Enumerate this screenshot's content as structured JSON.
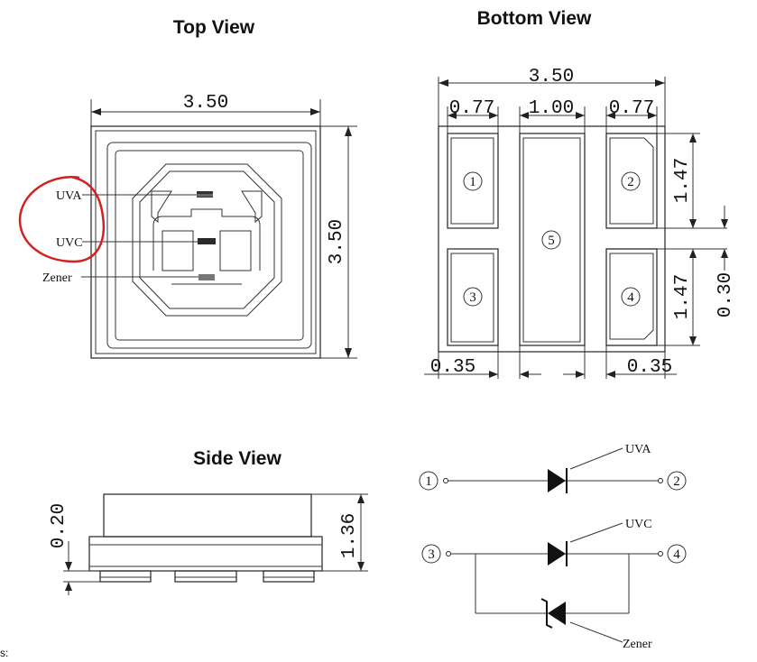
{
  "views": {
    "top": "Top View",
    "bottom": "Bottom View",
    "side": "Side View"
  },
  "dimensions": {
    "top_width": "3.50",
    "top_height": "3.50",
    "bottom_width": "3.50",
    "pad_left_width": "0.77",
    "pad_center_width": "1.00",
    "pad_right_width": "0.77",
    "pad_height_upper": "1.47",
    "pad_height_lower": "1.47",
    "pad_gap": "0.30",
    "edge_left": "0.35",
    "edge_right": "0.35",
    "side_height": "1.36",
    "side_base": "0.20"
  },
  "top_labels": {
    "uva": "UVA",
    "uvc": "UVC",
    "zener": "Zener"
  },
  "pins": {
    "p1": "1",
    "p2": "2",
    "p3": "3",
    "p4": "4",
    "p5": "5"
  },
  "schematic": {
    "uva": "UVA",
    "uvc": "UVC",
    "zener": "Zener"
  },
  "footer_text": "s:",
  "colors": {
    "annotation_circle": "#d42020",
    "line": "#222222"
  }
}
